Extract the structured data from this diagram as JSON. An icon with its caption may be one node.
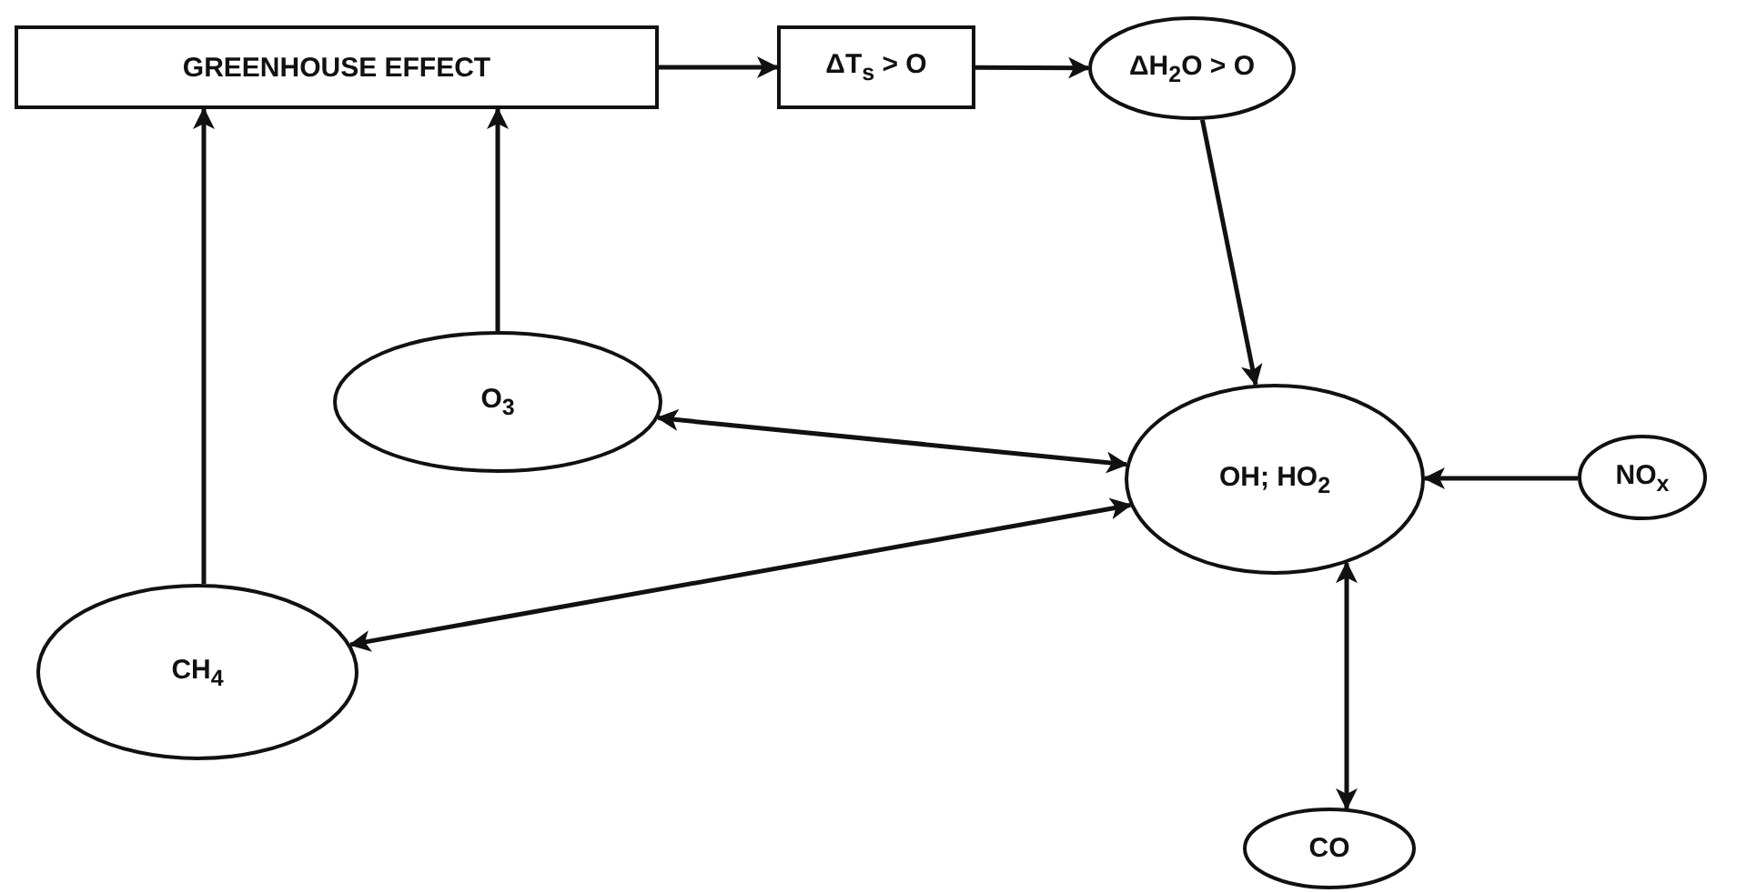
{
  "diagram": {
    "nodes": [
      {
        "text": [
          "GREENHOUSE EFFECT"
        ]
      },
      {
        "text": [
          "ΔT$_{s}$ > O"
        ]
      },
      {
        "text": [
          "ΔH$_{2}$O > O"
        ]
      },
      {
        "text": [
          "O$_{3}$"
        ]
      },
      {
        "text": [
          "OH; HO$_{2}$"
        ]
      },
      {
        "text": [
          "NO$_{x}$"
        ]
      },
      {
        "text": [
          "CH$_{4}$"
        ]
      },
      {
        "text": [
          "CO"
        ]
      }
    ],
    "edges": [
      {
        "from": 0,
        "to": 1,
        "arrow": "to"
      },
      {
        "from": 1,
        "to": 2,
        "arrow": "to"
      },
      {
        "from": 2,
        "to": 4,
        "arrow": "to"
      },
      {
        "from": 3,
        "to": 0,
        "arrow": "to"
      },
      {
        "from": 6,
        "to": 0,
        "arrow": "to"
      },
      {
        "from": 3,
        "to": 4,
        "arrow": "both"
      },
      {
        "from": 6,
        "to": 4,
        "arrow": "both"
      },
      {
        "from": 5,
        "to": 4,
        "arrow": "to"
      },
      {
        "from": 4,
        "to": 7,
        "arrow": "both"
      }
    ]
  }
}
